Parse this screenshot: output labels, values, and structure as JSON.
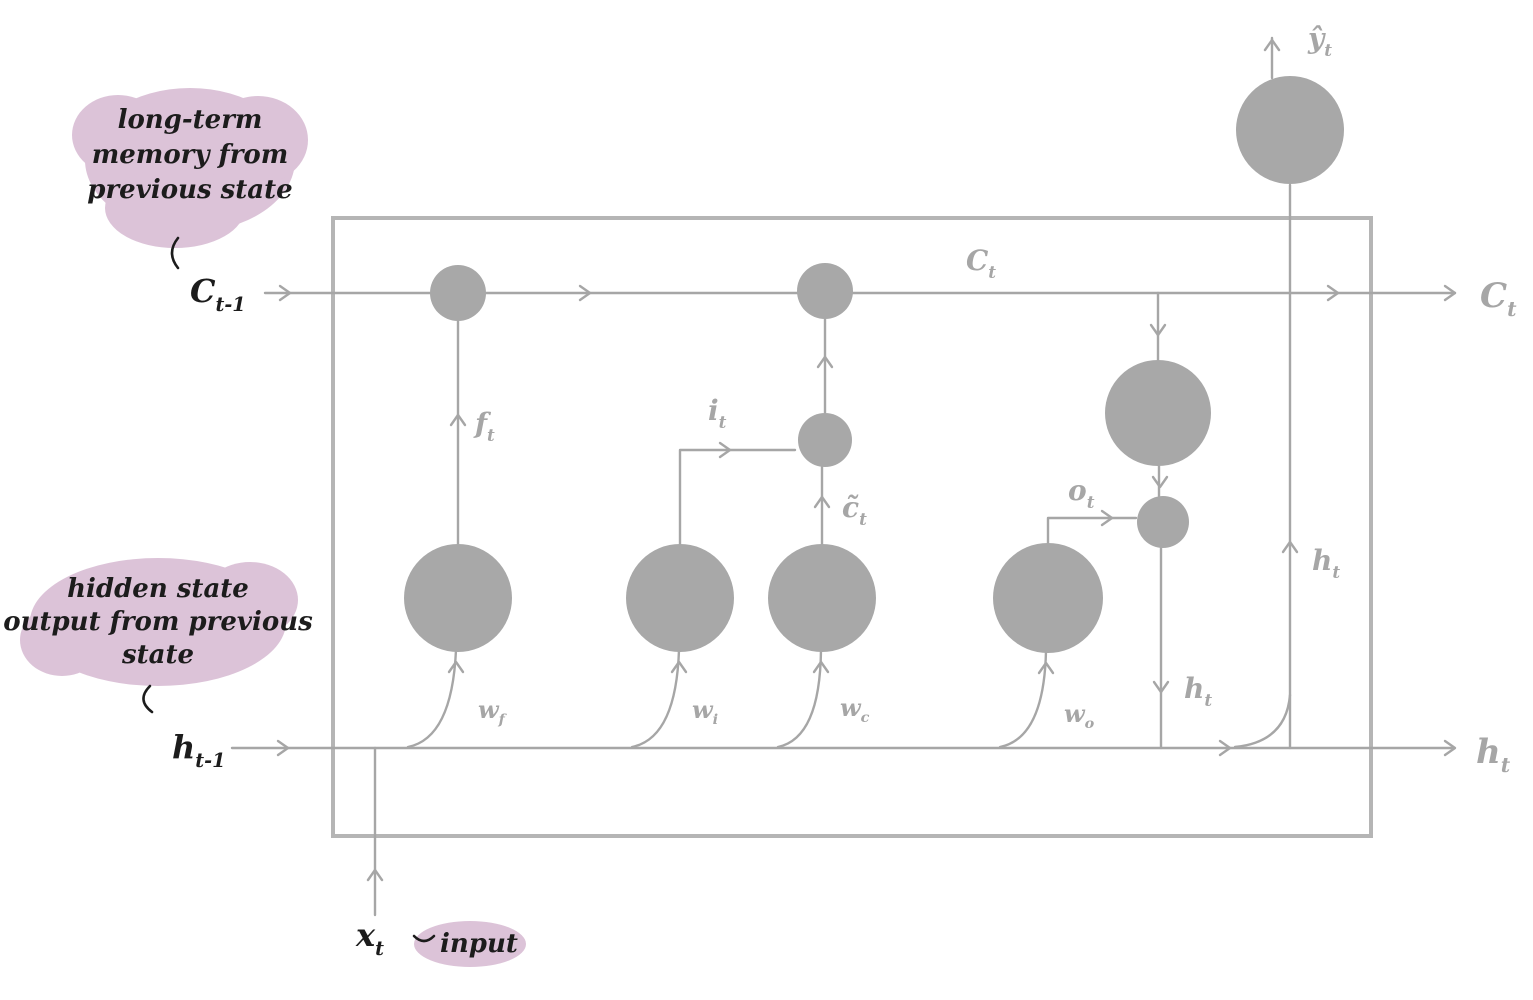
{
  "colors": {
    "ink": "#1c1c1c",
    "line": "#a6a6a6",
    "node": "#a8a8a8",
    "box": "#b5b5b5",
    "blob": "#dcc3d8",
    "bg": "#ffffff"
  },
  "annotations": {
    "long_term": {
      "line1": "long-term",
      "line2": "memory from",
      "line3": "previous state"
    },
    "hidden_state": {
      "line1": "hidden state",
      "line2": "output from previous",
      "line3": "state"
    },
    "input_note": "input"
  },
  "labels": {
    "c_prev": {
      "base": "C",
      "sub": "t-1"
    },
    "h_prev": {
      "base": "h",
      "sub": "t-1"
    },
    "x_input": {
      "base": "x",
      "sub": "t"
    },
    "c_top": {
      "base": "C",
      "sub": "t"
    },
    "c_out": {
      "base": "C",
      "sub": "t"
    },
    "h_out": {
      "base": "h",
      "sub": "t"
    },
    "f_gate": {
      "base": "f",
      "sub": "t"
    },
    "i_gate": {
      "base": "i",
      "sub": "t"
    },
    "c_cand": {
      "base": "c̃",
      "sub": "t"
    },
    "o_gate": {
      "base": "o",
      "sub": "t"
    },
    "h_inner_bottom": {
      "base": "h",
      "sub": "t"
    },
    "h_inner_right": {
      "base": "h",
      "sub": "t"
    },
    "y_hat": {
      "base": "ŷ",
      "sub": "t"
    },
    "w_f": {
      "base": "w",
      "sub": "f"
    },
    "w_i": {
      "base": "w",
      "sub": "i"
    },
    "w_c": {
      "base": "w",
      "sub": "c"
    },
    "w_o": {
      "base": "w",
      "sub": "o"
    }
  }
}
